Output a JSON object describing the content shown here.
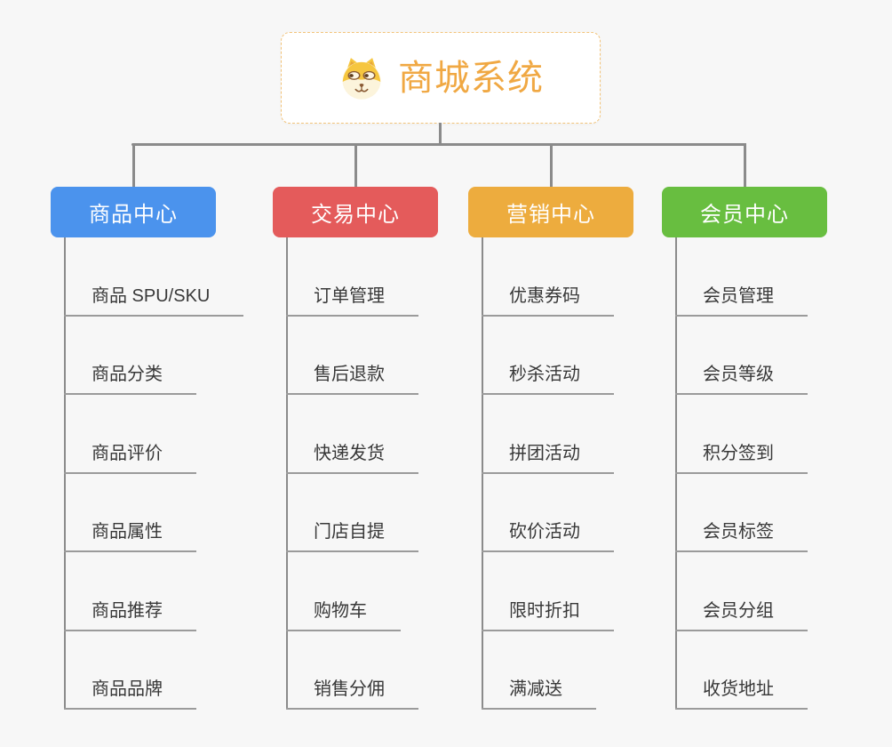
{
  "app": {
    "background_color": "#F7F7F7",
    "connector_color": "#8B8B8B",
    "underline_color": "#9B9B9B"
  },
  "root": {
    "title": "商城系统",
    "icon": "dog-face-icon",
    "title_color": "#F0A843",
    "border_color": "#F2C379"
  },
  "branches": [
    {
      "label": "商品中心",
      "color": "#4B93ED",
      "children": [
        "商品 SPU/SKU",
        "商品分类",
        "商品评价",
        "商品属性",
        "商品推荐",
        "商品品牌"
      ]
    },
    {
      "label": "交易中心",
      "color": "#E45B5B",
      "children": [
        "订单管理",
        "售后退款",
        "快递发货",
        "门店自提",
        "购物车",
        "销售分佣"
      ]
    },
    {
      "label": "营销中心",
      "color": "#EDAC3E",
      "children": [
        "优惠券码",
        "秒杀活动",
        "拼团活动",
        "砍价活动",
        "限时折扣",
        "满减送"
      ]
    },
    {
      "label": "会员中心",
      "color": "#68BE40",
      "children": [
        "会员管理",
        "会员等级",
        "积分签到",
        "会员标签",
        "会员分组",
        "收货地址"
      ]
    }
  ]
}
